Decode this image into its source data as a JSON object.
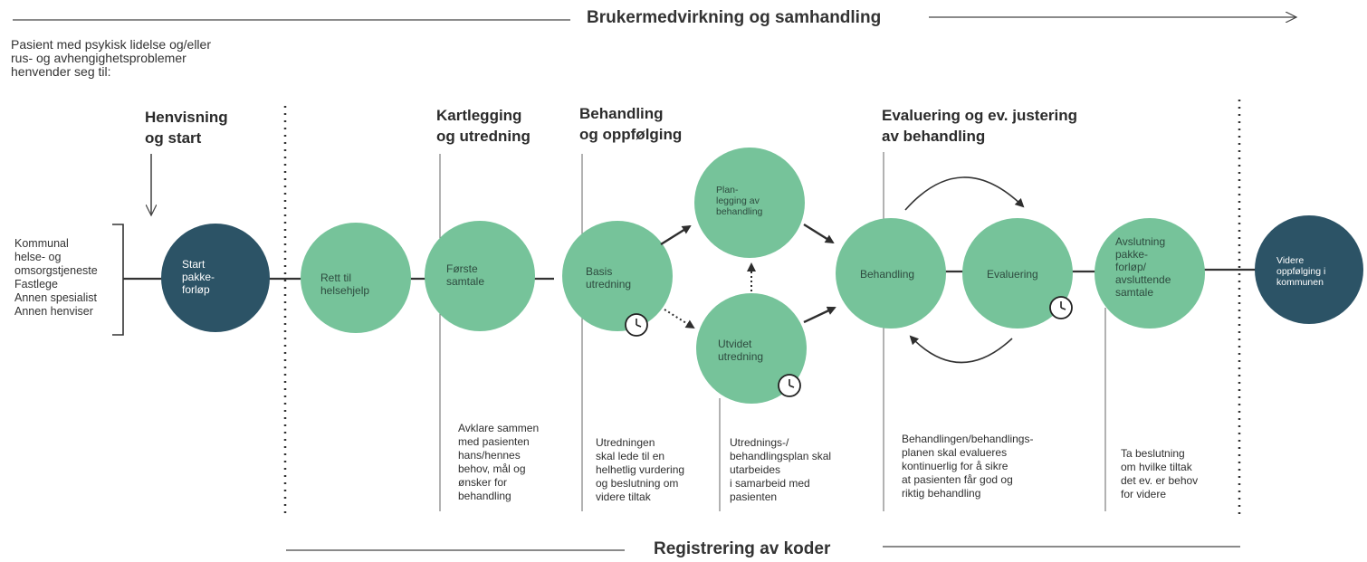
{
  "colors": {
    "green": "#76c39a",
    "navy": "#2c5366",
    "line": "#3a3a3a"
  },
  "top_banner": "Brukermedvirkning og samhandling",
  "bottom_banner": "Registrering av koder",
  "intro": "Pasient med psykisk lidelse og/eller\nrus- og avhengighetsproblemer\nhenvender seg til:",
  "referrers": "Kommunal\nhelse- og\nomsorgstjeneste\nFastlege\nAnnen spesialist\nAnnen henviser",
  "phases": {
    "henvisning": "Henvisning\nog start",
    "kartlegging": "Kartlegging\nog utredning",
    "behandling": "Behandling\nog oppfølging",
    "evaluering": "Evaluering og ev. justering\nav behandling"
  },
  "nodes": {
    "start": "Start\npakke-\nforløp",
    "rett": "Rett til\nhelsehjelp",
    "forste": "Første\nsamtale",
    "basis": "Basis\nutredning",
    "planlegging": "Plan-\nlegging av\nbehandling",
    "utvidet": "Utvidet\nutredning",
    "behandling": "Behandling",
    "evaluering": "Evaluering",
    "avslutning": "Avslutning\npakke-\nforløp/\navsluttende\nsamtale",
    "videre": "Videre\noppfølging i\nkommunen"
  },
  "icons": {
    "down_arrow": "down-arrow-icon",
    "clock": "clock-icon",
    "cycle_arrow": "curved-arrow-icon"
  },
  "descriptions": {
    "kartlegging": "Avklare sammen\nmed pasienten\nhans/hennes\nbehov, mål og\nønsker for\nbehandling",
    "basis": "Utredningen\nskal lede til en\nhelhetlig vurdering\nog beslutning om\nvidere tiltak",
    "plan": "Utrednings-/\nbehandlingsplan skal\nutarbeides\ni samarbeid med\npasienten",
    "evaluering": "Behandlingen/behandlings-\nplanen skal evalueres\nkontinuerlig for å sikre\nat pasienten får god og\nriktig behandling",
    "avslutning": "Ta beslutning\nom hvilke tiltak\ndet ev. er behov\nfor videre"
  }
}
